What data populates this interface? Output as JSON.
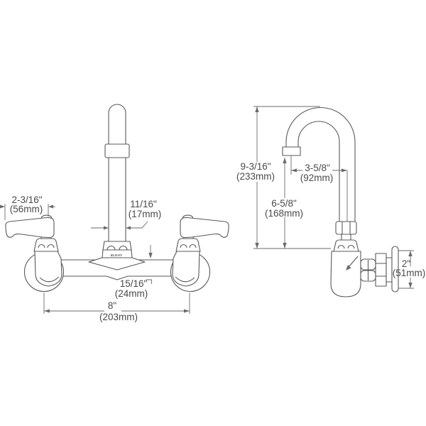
{
  "drawing": {
    "kind": "faucet dimension drawing",
    "brand": "ELKAY",
    "colors": {
      "background": "#ffffff",
      "line": "#595959",
      "dimension_line": "#6a6a6a",
      "text": "#4a4a4a"
    },
    "views": [
      {
        "id": "front-view",
        "description": "wall-mount faucet front view with lever handles"
      },
      {
        "id": "side-view",
        "description": "gooseneck spout side view with wall elbow"
      }
    ],
    "dimensions": {
      "handle_length": {
        "in": "2-3/16\"",
        "mm": "(56mm)"
      },
      "riser_diameter": {
        "in": "11/16\"",
        "mm": "(17mm)"
      },
      "body_thickness": {
        "in": "15/16\"",
        "mm": "(24mm)"
      },
      "inlet_centers": {
        "in": "8\"",
        "mm": "(203mm)"
      },
      "overall_height": {
        "in": "9-3/16\"",
        "mm": "(233mm)"
      },
      "spout_reach": {
        "in": "3-5/8\"",
        "mm": "(92mm)"
      },
      "spout_height": {
        "in": "6-5/8\"",
        "mm": "(168mm)"
      },
      "flange_diameter": {
        "in": "2\"",
        "mm": "(51mm)"
      }
    }
  }
}
